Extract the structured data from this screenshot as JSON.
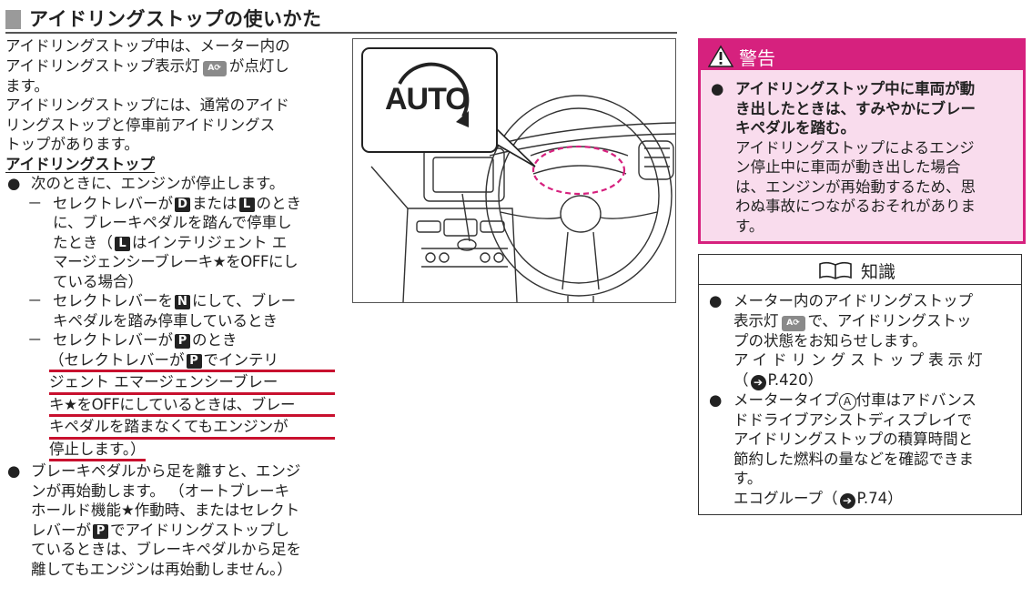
{
  "heading": {
    "title": "アイドリングストップの使いかた"
  },
  "intro": {
    "l1a": "アイドリングストップ中は、メーター内の",
    "l2a": "アイドリングストップ表示灯",
    "l2b": "が点灯し",
    "l3": "ます。",
    "l4": "アイドリングストップには、通常のアイド",
    "l5": "リングストップと停車前アイドリングス",
    "l6": "トップがあります。"
  },
  "section": {
    "subheading": "アイドリングストップ"
  },
  "list": {
    "b1": "次のときに、エンジンが停止します。",
    "d1_l1a": "セレクトレバーが",
    "d1_l1b": "または",
    "d1_l1c": "のとき",
    "d1_l2": "に、ブレーキペダルを踏んで停車し",
    "d1_l3a": "たとき（",
    "d1_l3b": "はインテリジェント エ",
    "d1_l4": "マージェンシーブレーキ★をOFFにし",
    "d1_l5": "ている場合）",
    "d2_l1a": "セレクトレバーを",
    "d2_l1b": "にして、ブレー",
    "d2_l2": "キペダルを踏み停車しているとき",
    "d3_l1a": "セレクトレバーが",
    "d3_l1b": "のとき",
    "d3_l2a": "（セレクトレバーが",
    "d3_l2b": "でインテリ",
    "d3_l3": "ジェント エマージェンシーブレー",
    "d3_l4": "キ★をOFFにしているときは、ブレー",
    "d3_l5": "キペダルを踏まなくてもエンジンが",
    "d3_l6": "停止します。）",
    "b2_l1": "ブレーキペダルから足を離すと、エンジ",
    "b2_l2": "ンが再始動します。 （オートブレーキ",
    "b2_l3": "ホールド機能★作動時、またはセレクト",
    "b2_l4a": "レバーが",
    "b2_l4b": "でアイドリングストップし",
    "b2_l5": "ているときは、ブレーキペダルから足を",
    "b2_l6": "離してもエンジンは再始動しません。）",
    "bullet": "●",
    "dash": "－"
  },
  "keys": {
    "D": "D",
    "L": "L",
    "N": "N",
    "P": "P"
  },
  "icons": {
    "indicator_text": "A⟳",
    "indicator_name": "idling-stop-indicator-icon"
  },
  "figure": {
    "auto_label": "AUTO"
  },
  "warning": {
    "title": "警告",
    "bold_l1": "アイドリングストップ中に車両が動",
    "bold_l2": "き出したときは、すみやかにブレー",
    "bold_l3": "キペダルを踏む。",
    "l1": "アイドリングストップによるエンジ",
    "l2": "ン停止中に車両が動き出した場合",
    "l3": "は、エンジンが再始動するため、思",
    "l4": "わぬ事故につながるおそれがありま",
    "l5": "す。"
  },
  "knowledge": {
    "title": "知識",
    "b1_l1": "メーター内のアイドリングストップ",
    "b1_l2a": "表示灯",
    "b1_l2b": "で、アイドリングストッ",
    "b1_l3": "プの状態をお知らせします。",
    "b1_l4": "アイドリングストップ表示灯",
    "b1_ref": "P.420",
    "b2_l1a": "メータータイプ",
    "b2_l1b": "付車はアドバンス",
    "b2_l2": "ドドライブアシストディスプレイで",
    "b2_l3": "アイドリングストップの積算時間と",
    "b2_l4": "節約した燃料の量などを確認できま",
    "b2_l5": "す。",
    "b2_l6": "エコグループ",
    "b2_ref": "P.74",
    "circled_a": "A",
    "arrow": "➔",
    "open_paren": "（",
    "close_paren": "）"
  },
  "colors": {
    "warning_accent": "#d6217e",
    "warning_bg": "#f9dced",
    "underline_red": "#c8102e"
  }
}
